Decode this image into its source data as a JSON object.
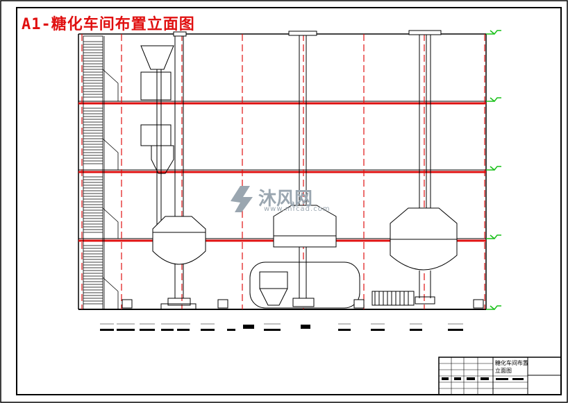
{
  "title": "A1-糖化车间布置立面图",
  "watermark": {
    "brand": "沐风网",
    "url": "www.mfcad.com"
  },
  "title_block": {
    "drawing_name_line1": "糖化车间布置",
    "drawing_name_line2": "立面图"
  },
  "colors": {
    "frame": "#000000",
    "axis_red": "#e01010",
    "level_marker": "#18c018",
    "watermark": "#9aa6b0"
  },
  "equipment_labels_count": 17
}
